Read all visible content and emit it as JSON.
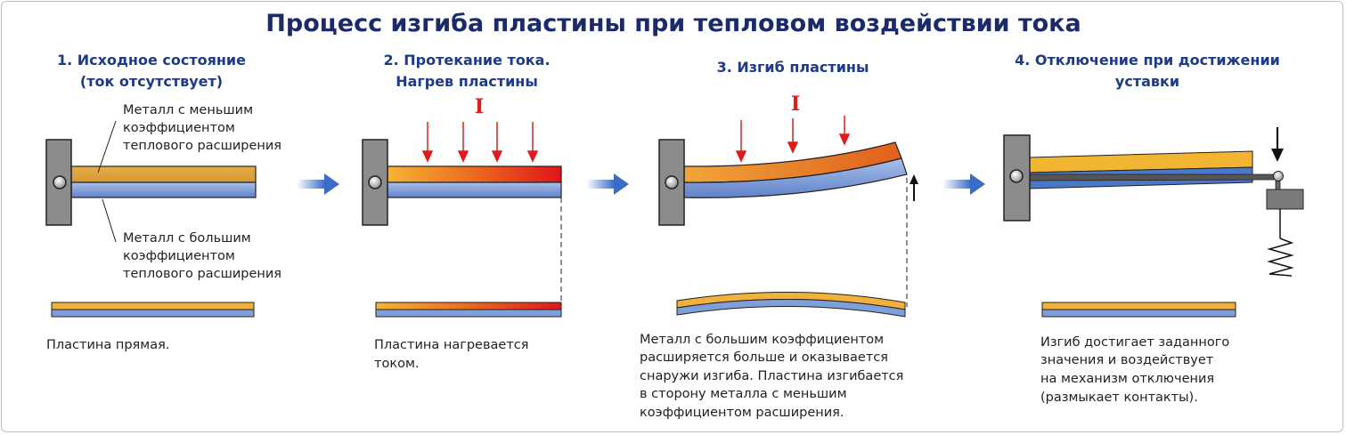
{
  "title": "Процесс изгиба пластины при тепловом воздействии тока",
  "steps": [
    {
      "heading": [
        "1. Исходное состояние",
        "(ток отсутствует)"
      ],
      "labels": {
        "top": [
          "Металл с меньшим",
          "коэффициентом",
          "теплового расширения"
        ],
        "bottom": [
          "Металл с большим",
          "коэффициентом",
          "теплового расширения"
        ]
      },
      "caption": [
        "Пластина прямая."
      ]
    },
    {
      "heading": [
        "2. Протекание тока.",
        "Нагрев пластины"
      ],
      "current_symbol": "I",
      "caption": [
        "Пластина нагревается",
        "током."
      ]
    },
    {
      "heading": [
        "3. Изгиб пластины"
      ],
      "current_symbol": "I",
      "caption": [
        "Металл с большим коэффициентом",
        "расширяется больше и оказывается",
        "снаружи изгиба. Пластина изгибается",
        "в сторону металла с меньшим",
        "коэффициентом расширения."
      ]
    },
    {
      "heading": [
        "4. Отключение при достижении",
        "уставки"
      ],
      "caption": [
        "Изгиб достигает заданного",
        "значения и воздействует",
        "на механизм отключения",
        "(размыкает контакты)."
      ]
    }
  ],
  "colors": {
    "title": "#1b2a6b",
    "heading": "#1e3a8a",
    "orange": "#f0b23c",
    "blue": "#7f9fd8",
    "red": "#e01b1b",
    "wall": "#8c8c8c"
  }
}
